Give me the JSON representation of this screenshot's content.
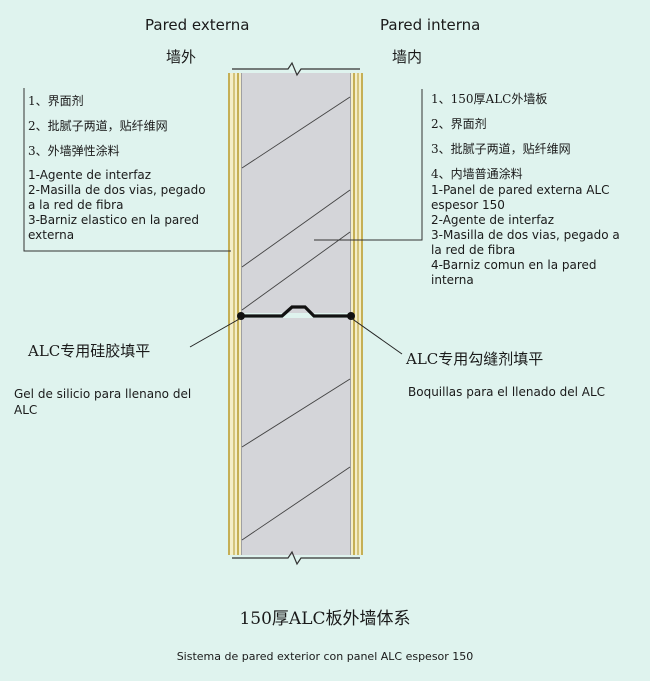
{
  "header": {
    "outer_es": "Pared externa",
    "outer_zh": "墙外",
    "inner_es": "Pared interna",
    "inner_zh": "墙内"
  },
  "left_notes": {
    "zh": [
      "1、界面剂",
      "2、批腻子两道，贴纤维网",
      "3、外墙弹性涂料"
    ],
    "es": [
      "1-Agente de interfaz",
      "2-Masilla de dos vias, pegado",
      "a la red de fibra",
      "3-Barniz elastico en la pared",
      "externa"
    ]
  },
  "right_notes": {
    "zh": [
      "1、150厚ALC外墙板",
      "2、界面剂",
      "3、批腻子两道，贴纤维网",
      "4、内墙普通涂料"
    ],
    "es": [
      "1-Panel de pared externa ALC",
      "espesor 150",
      "2-Agente de interfaz",
      "3-Masilla de dos vias, pegado a",
      "la red de fibra",
      "4-Barniz comun en la pared",
      "interna"
    ]
  },
  "callout_left": {
    "zh": "ALC专用硅胶填平",
    "es": [
      "Gel de silicio para llenano del",
      "ALC"
    ]
  },
  "callout_right": {
    "zh": "ALC专用勾缝剂填平",
    "es": [
      "Boquillas para el llenado del ALC"
    ]
  },
  "title": {
    "zh": "150厚ALC板外墙体系",
    "es": "Sistema de pared exterior con panel ALC espesor 150"
  },
  "colors": {
    "background": "#dff3ee",
    "panel": "#d4d5d9",
    "coating": "#f4eec8",
    "coating_edge": "#b59a2f",
    "line": "#1a1a1a"
  }
}
